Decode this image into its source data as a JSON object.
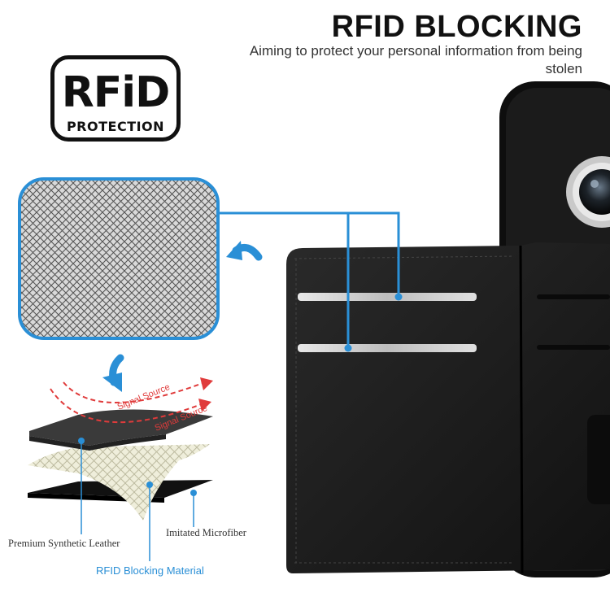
{
  "header": {
    "title": "RFID BLOCKING",
    "subtitle": "Aiming to protect your personal information from being stolen"
  },
  "badge": {
    "big_text": "RFiD",
    "small_text": "PROTECTION"
  },
  "layers": {
    "signal_label": "Signal Source",
    "leather_label": "Premium Synthetic Leather",
    "microfiber_label": "Imitated Microfiber",
    "rfid_label": "RFID Blocking Material"
  },
  "colors": {
    "accent_blue": "#2a8fd6",
    "signal_red": "#e03b3b",
    "wallet_black": "#1a1a1a"
  },
  "icons": [
    "rfid-signal-icon",
    "curved-arrow-icon"
  ]
}
